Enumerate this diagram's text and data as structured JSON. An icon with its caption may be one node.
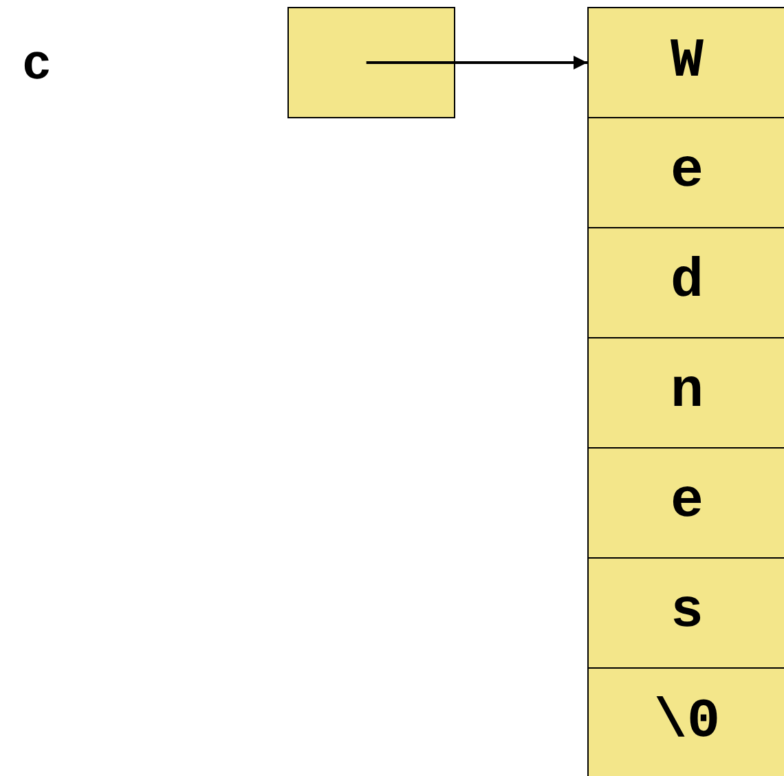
{
  "diagram": {
    "nodes": [
      {
        "text": [],
        "shape": "box"
      },
      {
        "text": [
          "W"
        ]
      },
      {
        "text": [
          "e"
        ]
      },
      {
        "text": [
          "d"
        ]
      },
      {
        "text": [
          "n"
        ]
      },
      {
        "text": [
          "e"
        ]
      },
      {
        "text": [
          "s"
        ]
      },
      {
        "text": [
          "\\0"
        ]
      }
    ],
    "edges": [
      {
        "from": 0,
        "to": 1,
        "arrow": "to"
      }
    ],
    "labels": [
      "c"
    ]
  }
}
